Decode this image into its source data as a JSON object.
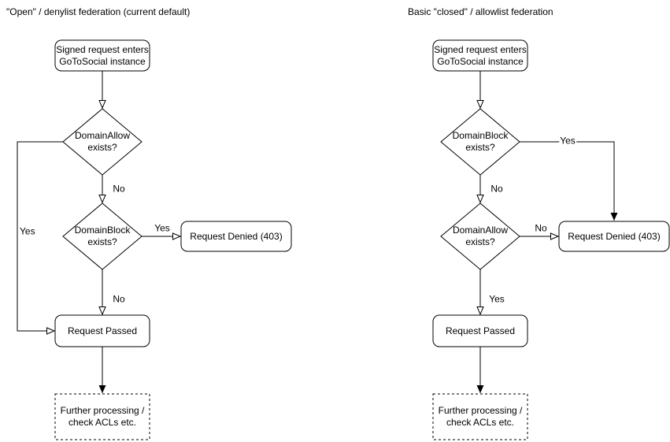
{
  "colors": {
    "stroke": "#000000",
    "background": "#ffffff",
    "text": "#000000"
  },
  "left_chart": {
    "title": "\"Open\" / denylist federation (current default)",
    "nodes": {
      "start": "Signed request enters\nGoToSocial instance",
      "decision_allow": "DomainAllow\nexists?",
      "decision_block": "DomainBlock\nexists?",
      "denied": "Request Denied (403)",
      "passed": "Request Passed",
      "further": "Further processing /\ncheck ACLs etc."
    },
    "edge_labels": {
      "allow_no": "No",
      "allow_yes": "Yes",
      "block_yes": "Yes",
      "block_no": "No"
    }
  },
  "right_chart": {
    "title": "Basic \"closed\" / allowlist federation",
    "nodes": {
      "start": "Signed request enters\nGoToSocial instance",
      "decision_block": "DomainBlock\nexists?",
      "decision_allow": "DomainAllow\nexists?",
      "denied": "Request Denied (403)",
      "passed": "Request Passed",
      "further": "Further processing /\ncheck ACLs etc."
    },
    "edge_labels": {
      "block_yes": "Yes",
      "block_no": "No",
      "allow_no": "No",
      "allow_yes": "Yes"
    }
  }
}
